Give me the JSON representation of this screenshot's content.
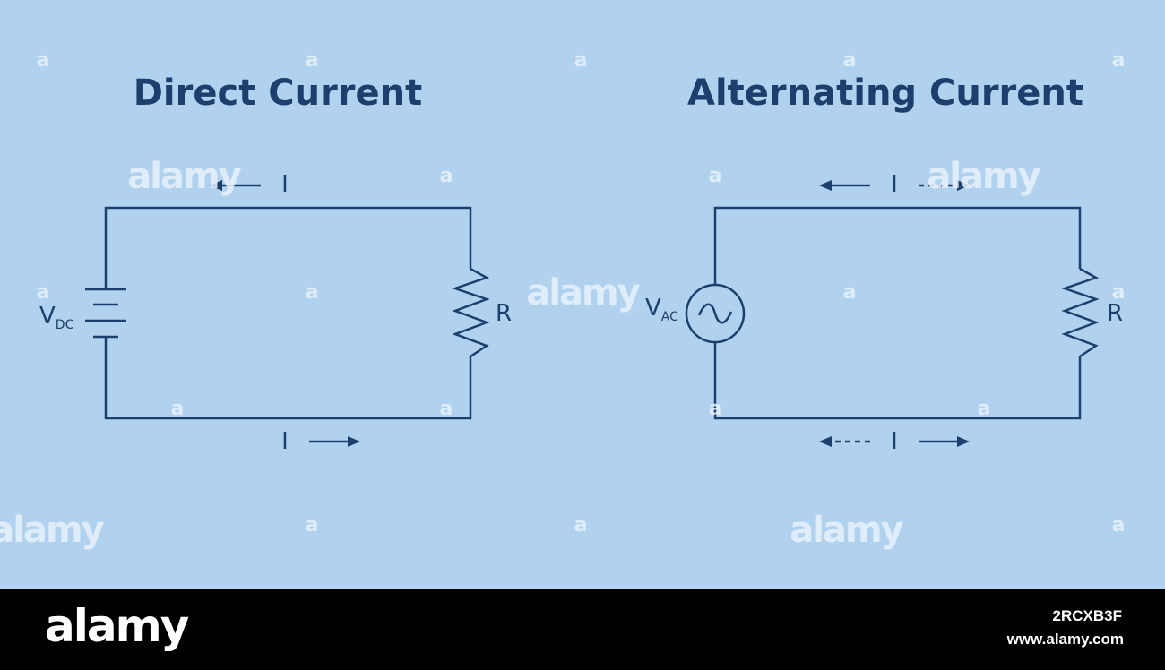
{
  "colors": {
    "background": "#b1d2ee",
    "ink": "#1d3f6e",
    "watermark": "#e8f1fa",
    "footer": "#000000",
    "footer_text": "#ffffff"
  },
  "dc": {
    "title": "Direct Current",
    "source_label": "V",
    "source_sub": "DC",
    "current_top": "I",
    "current_bottom": "I",
    "resistor_label": "R"
  },
  "ac": {
    "title": "Alternating Current",
    "source_label": "V",
    "source_sub": "AC",
    "current_top": "I",
    "current_bottom": "I",
    "resistor_label": "R"
  },
  "watermark": {
    "text": "alamy",
    "mark": "a"
  },
  "footer": {
    "brand": "alamy",
    "image_id": "2RCXB3F",
    "site": "www.alamy.com"
  }
}
